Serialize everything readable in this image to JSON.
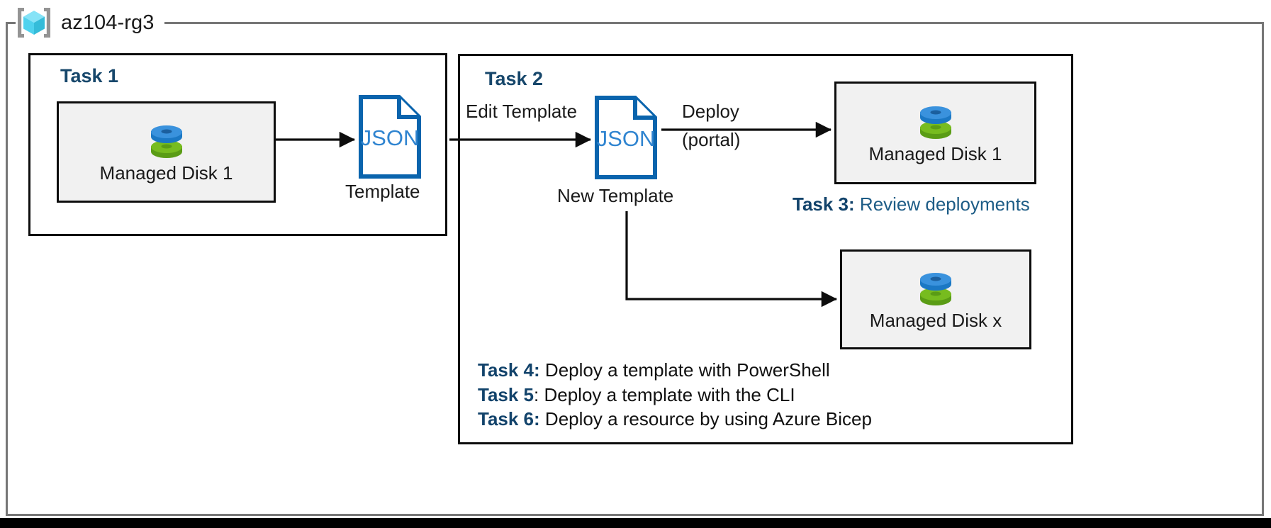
{
  "resource_group": {
    "name": "az104-rg3",
    "icon": "resource-group-cube-icon",
    "frame_color": "#767676"
  },
  "task1": {
    "heading": "Task 1",
    "resource": {
      "label": "Managed Disk 1",
      "icon": "managed-disk-icon"
    }
  },
  "templates": {
    "source": {
      "icon": "json-file-icon",
      "icon_label": "JSON",
      "caption": "Template"
    },
    "edited": {
      "icon": "json-file-icon",
      "icon_label": "JSON",
      "caption": "New Template"
    }
  },
  "task2": {
    "heading": "Task 2",
    "edge_edit": "Edit Template",
    "edge_deploy_line1": "Deploy",
    "edge_deploy_line2": "(portal)",
    "resource_portal": {
      "label": "Managed Disk 1",
      "icon": "managed-disk-icon"
    },
    "resource_scripted": {
      "label": "Managed Disk x",
      "icon": "managed-disk-icon"
    }
  },
  "task3": {
    "key": "Task 3:",
    "value": " Review deployments",
    "key_color": "#12436b",
    "value_color": "#1d5c86"
  },
  "task_list": [
    {
      "key": "Task 4",
      "separator": ":",
      "separator_bold": true,
      "value": " Deploy a template with PowerShell"
    },
    {
      "key": "Task 5",
      "separator": ":",
      "separator_bold": false,
      "value": " Deploy a template with the CLI"
    },
    {
      "key": "Task 6",
      "separator": ":",
      "separator_bold": true,
      "value": " Deploy a resource by using Azure Bicep"
    }
  ],
  "colors": {
    "azure_blue": "#0f6cbd",
    "heading_blue": "#17476b",
    "disk_top_blue": "#3a92dd",
    "disk_bottom_green": "#77bc1f",
    "box_fill": "#f1f1f1",
    "line_black": "#0d0d0d",
    "json_outline": "#0a64ad",
    "cube_cyan_light": "#86e3f7",
    "cube_cyan_mid": "#4fd2ee",
    "cube_cyan_dark": "#35bcd9",
    "bracket_gray": "#949494"
  }
}
